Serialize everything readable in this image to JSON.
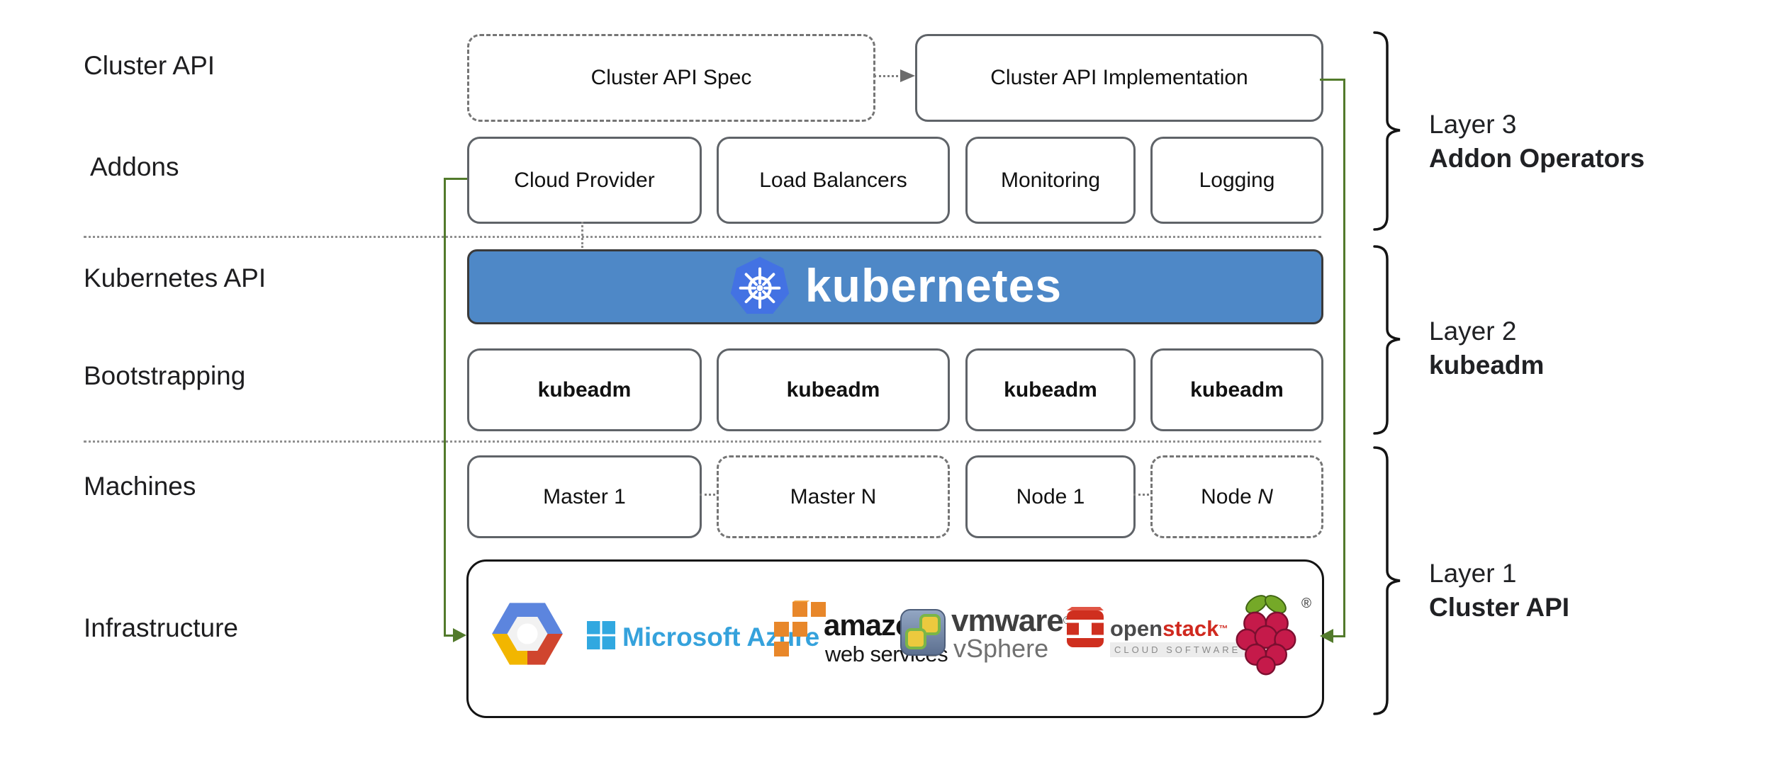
{
  "diagram": {
    "row_labels": [
      {
        "id": "cluster-api",
        "label": "Cluster API"
      },
      {
        "id": "addons",
        "label": "Addons"
      },
      {
        "id": "kubernetes-api",
        "label": "Kubernetes API"
      },
      {
        "id": "bootstrapping",
        "label": "Bootstrapping"
      },
      {
        "id": "machines",
        "label": "Machines"
      },
      {
        "id": "infrastructure",
        "label": "Infrastructure"
      }
    ],
    "top_row": {
      "spec": "Cluster API Spec",
      "implementation": "Cluster API Implementation"
    },
    "addons_row": [
      "Cloud Provider",
      "Load Balancers",
      "Monitoring",
      "Logging"
    ],
    "kubernetes_banner": {
      "text": "kubernetes",
      "logo": "kubernetes-wheel-icon"
    },
    "bootstrapping_row": [
      "kubeadm",
      "kubeadm",
      "kubeadm",
      "kubeadm"
    ],
    "machines_row": [
      {
        "text": "Master 1",
        "italic": "",
        "dashed": false
      },
      {
        "text": "Master N",
        "italic": "",
        "dashed": true
      },
      {
        "text": "Node 1",
        "italic": "",
        "dashed": false
      },
      {
        "text": "Node ",
        "italic": "N",
        "dashed": true
      }
    ],
    "layers": [
      {
        "name": "Layer 3",
        "subtitle": "Addon Operators"
      },
      {
        "name": "Layer 2",
        "subtitle": "kubeadm"
      },
      {
        "name": "Layer 1",
        "subtitle": "Cluster API"
      }
    ],
    "logos": {
      "google_cloud": {
        "name": "google-cloud-platform-logo"
      },
      "azure": {
        "text": "Microsoft Azure"
      },
      "aws": {
        "line1": "amazon",
        "line2": "web services"
      },
      "vmware": {
        "brand": "vmware",
        "reg": "®",
        "product": "vSphere"
      },
      "openstack": {
        "part1": "open",
        "part2": "stack",
        "tm": "™",
        "tagline": "CLOUD SOFTWARE"
      },
      "raspberry_pi": {
        "reg": "®"
      }
    },
    "colors": {
      "banner_blue": "#4e88c7",
      "k8s_logo_blue": "#4372e3",
      "green_connector": "#527a2b",
      "box_border_gray": "#5f6368",
      "dashed_gray": "#757575",
      "azure_blue": "#35a2dc",
      "aws_orange": "#e8872a",
      "vmware_green": "#7ab648",
      "openstack_red": "#d0291f",
      "gcp_blue": "#5c85de",
      "gcp_red": "#d0452e",
      "gcp_yellow": "#f2b600",
      "raspberry_crimson": "#c51a4a",
      "leaf_green": "#75a928"
    }
  }
}
